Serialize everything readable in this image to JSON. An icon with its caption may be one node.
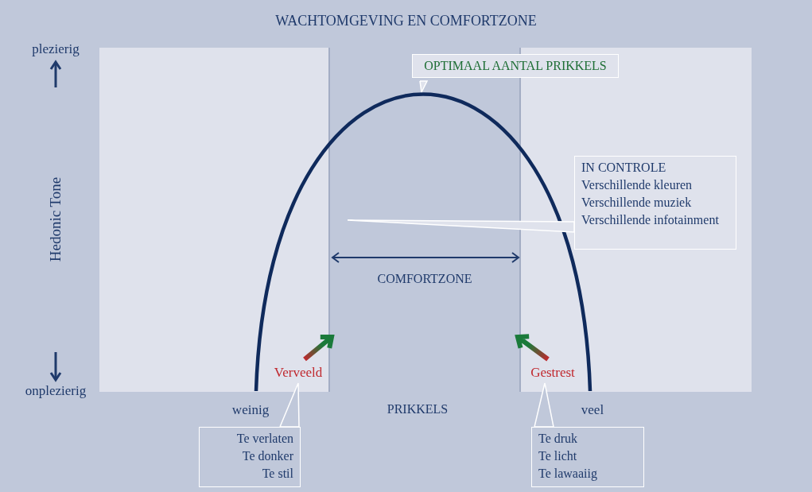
{
  "diagram": {
    "title": "WACHTOMGEVING EN COMFORTZONE",
    "nodes": [
      {
        "text": [
          "COMFORTZONE"
        ]
      },
      {
        "text": [
          "OPTIMAAL AANTAL PRIKKELS"
        ]
      },
      {
        "text": [
          "IN CONTROLE",
          "Verschillende kleuren",
          "Verschillende muziek",
          "Verschillende infotainment"
        ]
      },
      {
        "text": [
          "Verveeld"
        ]
      },
      {
        "text": [
          "Gestrest"
        ]
      },
      {
        "text": [
          "Te verlaten",
          "Te donker",
          "Te stil"
        ]
      },
      {
        "text": [
          "Te druk",
          "Te licht",
          "Te lawaaiig"
        ]
      }
    ],
    "edges": [
      {
        "from": 1,
        "to": 0,
        "arrow": "none"
      },
      {
        "from": 2,
        "to": 0,
        "arrow": "none"
      },
      {
        "from": 5,
        "to": 3,
        "arrow": "none"
      },
      {
        "from": 6,
        "to": 4,
        "arrow": "none"
      },
      {
        "from": 3,
        "to": 0,
        "arrow": "to",
        "style": "thick",
        "color": "#1a7a3a"
      },
      {
        "from": 4,
        "to": 0,
        "arrow": "to",
        "style": "thick",
        "color": "#1a7a3a"
      }
    ],
    "labels": [
      "plezierig",
      "Hedonic Tone",
      "onplezierig",
      "weinig",
      "PRIKKELS",
      "veel"
    ]
  }
}
